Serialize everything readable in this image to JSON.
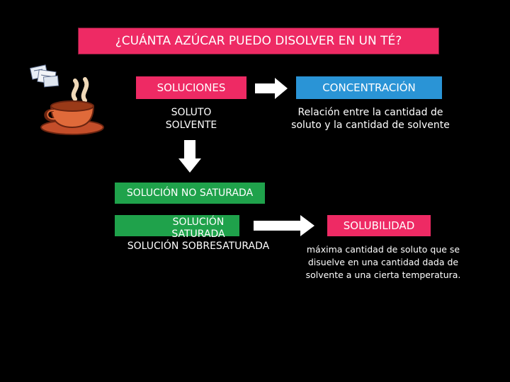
{
  "title": "¿CUÁNTA AZÚCAR PUEDO DISOLVER EN UN TÉ?",
  "left": {
    "box": "SOLUCIONES",
    "lines": [
      "SOLUTO",
      "SOLVENTE"
    ]
  },
  "right": {
    "box": "CONCENTRACIÓN",
    "lines": [
      "Relación entre la cantidad de",
      "soluto y la cantidad de solvente"
    ]
  },
  "types": {
    "no_saturada": "SOLUCIÓN NO SATURADA",
    "saturada_1": "SOLUCIÓN",
    "saturada_2": "SATURADA",
    "sobresaturada": "SOLUCIÓN SOBRESATURADA"
  },
  "solubilidad": {
    "box": "SOLUBILIDAD",
    "lines": [
      "máxima cantidad de soluto que se",
      "disuelve en una cantidad dada de",
      "solvente a una cierta temperatura."
    ]
  },
  "colors": {
    "pink": "#ee2a64",
    "blue": "#2a94d6",
    "green": "#1fa24b"
  }
}
